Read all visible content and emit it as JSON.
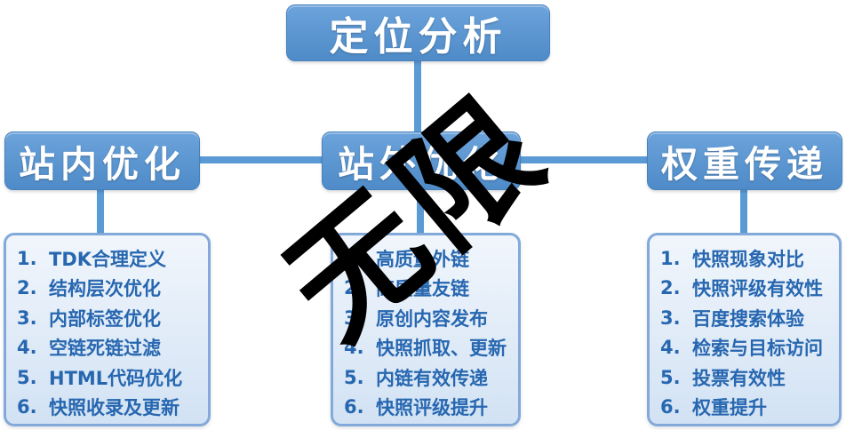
{
  "title": {
    "label": "定位分析"
  },
  "watermark": "无限",
  "numbers": [
    "1.",
    "2.",
    "3.",
    "4.",
    "5.",
    "6."
  ],
  "columns": [
    {
      "header": "站内优化",
      "items": [
        "TDK合理定义",
        "结构层次优化",
        "内部标签优化",
        "空链死链过滤",
        "HTML代码优化",
        "快照收录及更新"
      ]
    },
    {
      "header": "站外优化",
      "items": [
        "高质量外链",
        "高质量友链",
        "原创内容发布",
        "快照抓取、更新",
        "内链有效传递",
        "快照评级提升"
      ]
    },
    {
      "header": "权重传递",
      "items": [
        "快照现象对比",
        "快照评级有效性",
        "百度搜索体验",
        "检索与目标访问",
        "投票有效性",
        "权重提升"
      ]
    }
  ],
  "colors": {
    "node_fill": "#5B9BD5",
    "node_text": "#FFFFFF",
    "list_fill": "#DCE9F7",
    "list_border": "#83A9DA",
    "list_text": "#2767B0",
    "connector": "#5B9BD5",
    "watermark": "#000000"
  }
}
